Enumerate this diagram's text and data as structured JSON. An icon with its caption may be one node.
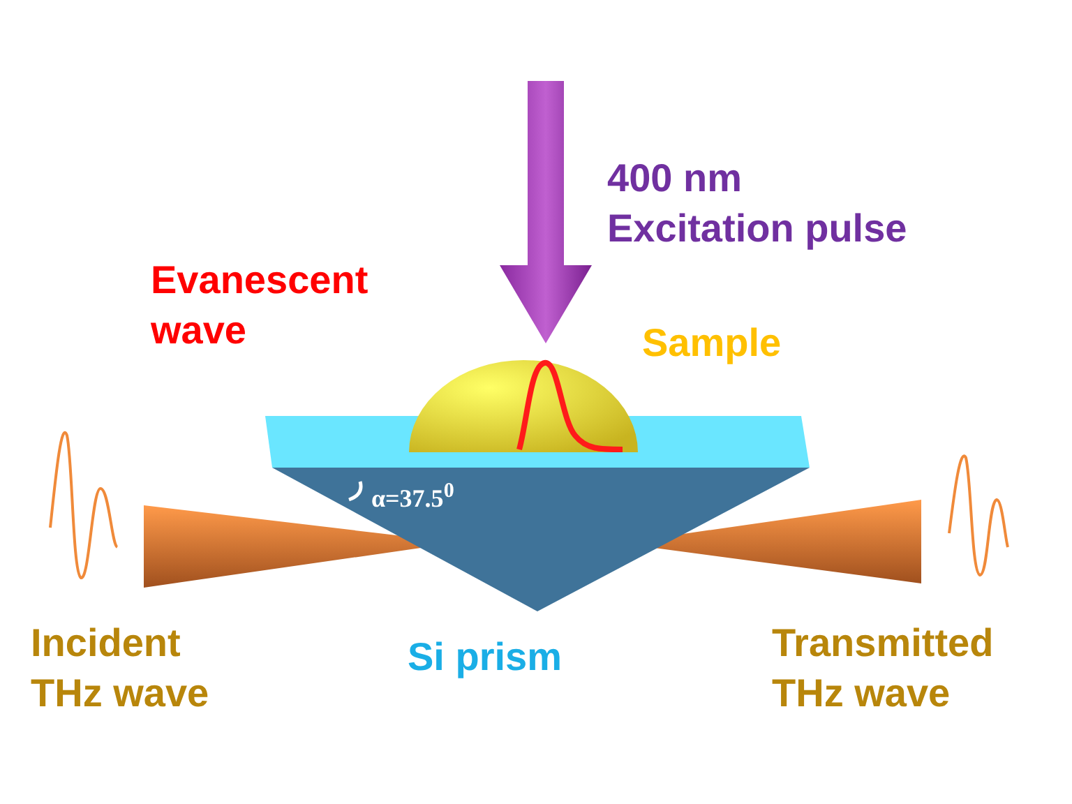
{
  "diagram": {
    "labels": [
      "400 nm Excitation pulse",
      "Evanescent wave",
      "Sample",
      "α=37.5$^{0}$",
      "Incident THz wave",
      "Si prism",
      "Transmitted THz wave"
    ]
  }
}
